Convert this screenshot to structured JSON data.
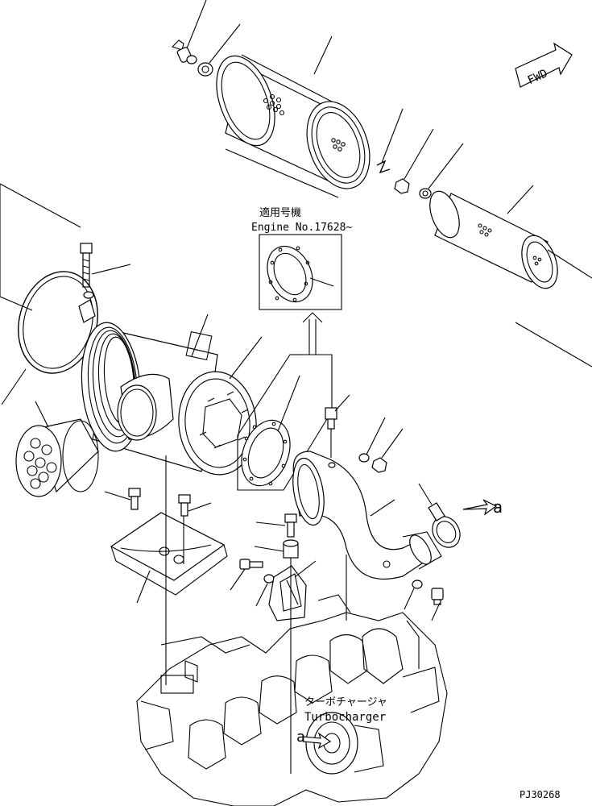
{
  "fwd_arrow": {
    "label": "FWD"
  },
  "applicability_note": {
    "heading_jp": "適用号機",
    "engine_line": "Engine No.17628~"
  },
  "callouts": {
    "ref_a_right": "a",
    "ref_a_lower": "a",
    "turbo_jp": "ターボチャージャ",
    "turbo_en": "Turbocharger"
  },
  "drawing_code": "PJ30268"
}
